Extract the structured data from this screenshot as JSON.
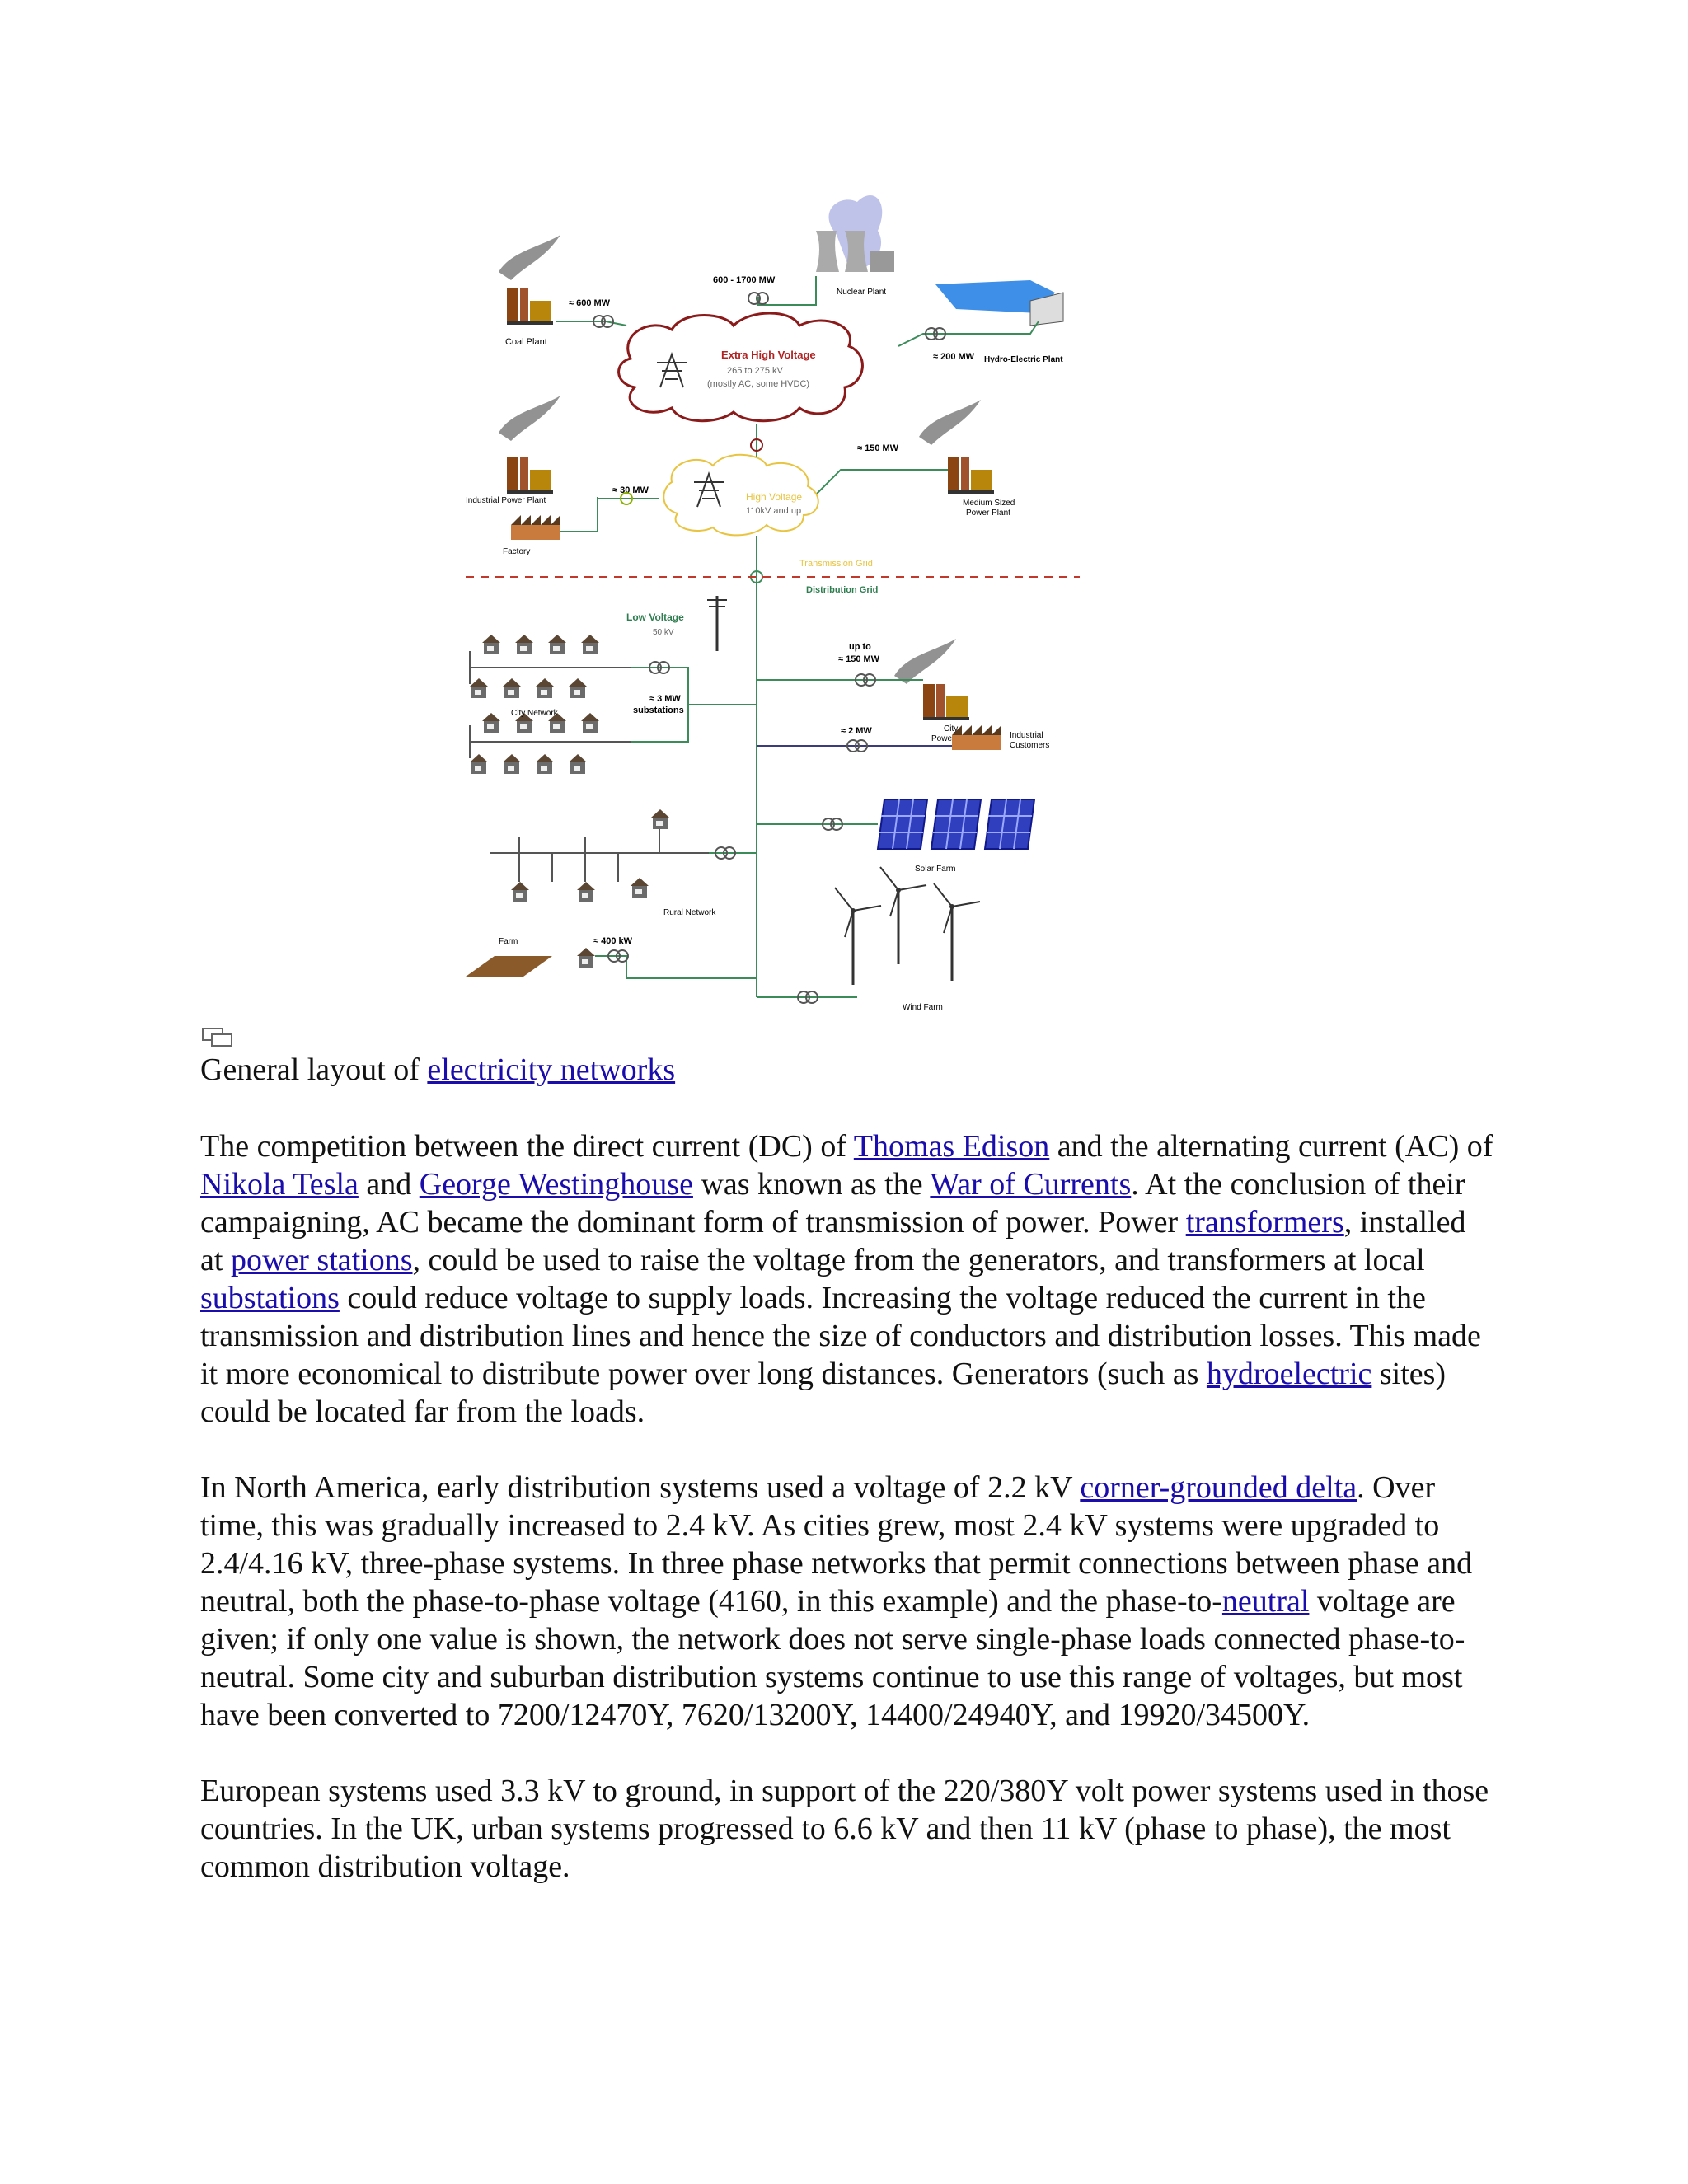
{
  "diagram": {
    "labels": {
      "coal_plant": "Coal Plant",
      "coal_mw": "≈ 600  MW",
      "nuclear_mw": "600 - 1700  MW",
      "nuclear_plant": "Nuclear Plant",
      "hydro_mw": "≈ 200  MW",
      "hydro_plant": "Hydro-Electric Plant",
      "ehv_title": "Extra High Voltage",
      "ehv_line1": "265 to 275 kV",
      "ehv_line2": "(mostly AC, some HVDC)",
      "medium_mw": "≈ 150  MW",
      "medium_plant_1": "Medium Sized",
      "medium_plant_2": "Power Plant",
      "industrial_plant": "Industrial Power Plant",
      "industrial_mw": "≈ 30 MW",
      "hv_title": "High Voltage",
      "hv_line1": "110kV and up",
      "factory": "Factory",
      "transmission_grid": "Transmission Grid",
      "distribution_grid": "Distribution Grid",
      "low_voltage": "Low Voltage",
      "low_voltage_kv": "50 kV",
      "city_up_to": "up to",
      "city_mw": "≈ 150  MW",
      "city_plant_1": "City",
      "city_plant_2": "Power Plant",
      "substation_mw": "≈ 3  MW",
      "substations": "substations",
      "city_network": "City Network",
      "industrial_cust_mw": "≈ 2  MW",
      "industrial_customers_1": "Industrial",
      "industrial_customers_2": "Customers",
      "solar_farm": "Solar Farm",
      "rural_network": "Rural Network",
      "farm": "Farm",
      "farm_kw": "≈ 400 kW",
      "wind_farm": "Wind Farm"
    }
  },
  "caption": {
    "text": "General layout of ",
    "link": "electricity networks"
  },
  "paragraphs": {
    "p1": {
      "t1": "The competition between the direct current (DC) of ",
      "l1": "Thomas Edison",
      "t2": " and the alternating current (AC) of ",
      "l2": "Nikola Tesla",
      "t3": " and ",
      "l3": "George Westinghouse",
      "t4": " was known as the ",
      "l4": "War of Currents",
      "t5": ". At the conclusion of their campaigning, AC became the dominant form of transmission of power. Power ",
      "l5": "transformers",
      "t6": ", installed at ",
      "l6": "power stations",
      "t7": ", could be used to raise the voltage from the generators, and transformers at local ",
      "l7": "substations",
      "t8": " could reduce voltage to supply loads. Increasing the voltage reduced the current in the transmission and distribution lines and hence the size of conductors and distribution losses. This made it more economical to distribute power over long distances. Generators (such as ",
      "l8": "hydroelectric",
      "t9": " sites) could be located far from the loads."
    },
    "p2": {
      "t1": "In North America, early distribution systems used a voltage of 2.2 kV ",
      "l1": "corner-grounded delta",
      "t2": ". Over time, this was gradually increased to 2.4 kV. As cities grew, most 2.4 kV systems were upgraded to 2.4/4.16 kV, three-phase systems. In three phase networks that permit connections between phase and neutral, both the phase-to-phase voltage (4160, in this example) and the phase-to-",
      "l2": "neutral",
      "t3": " voltage are given; if only one value is shown, the network does not serve single-phase loads connected phase-to-neutral. Some city and suburban distribution systems continue to use this range of voltages, but most have been converted to 7200/12470Y, 7620/13200Y, 14400/24940Y, and 19920/34500Y."
    },
    "p3": {
      "t1": "European systems used 3.3 kV to ground, in support of the 220/380Y volt power systems used in those countries. In the UK, urban systems progressed to 6.6 kV and then 11 kV (phase to phase), the most common distribution voltage."
    }
  }
}
